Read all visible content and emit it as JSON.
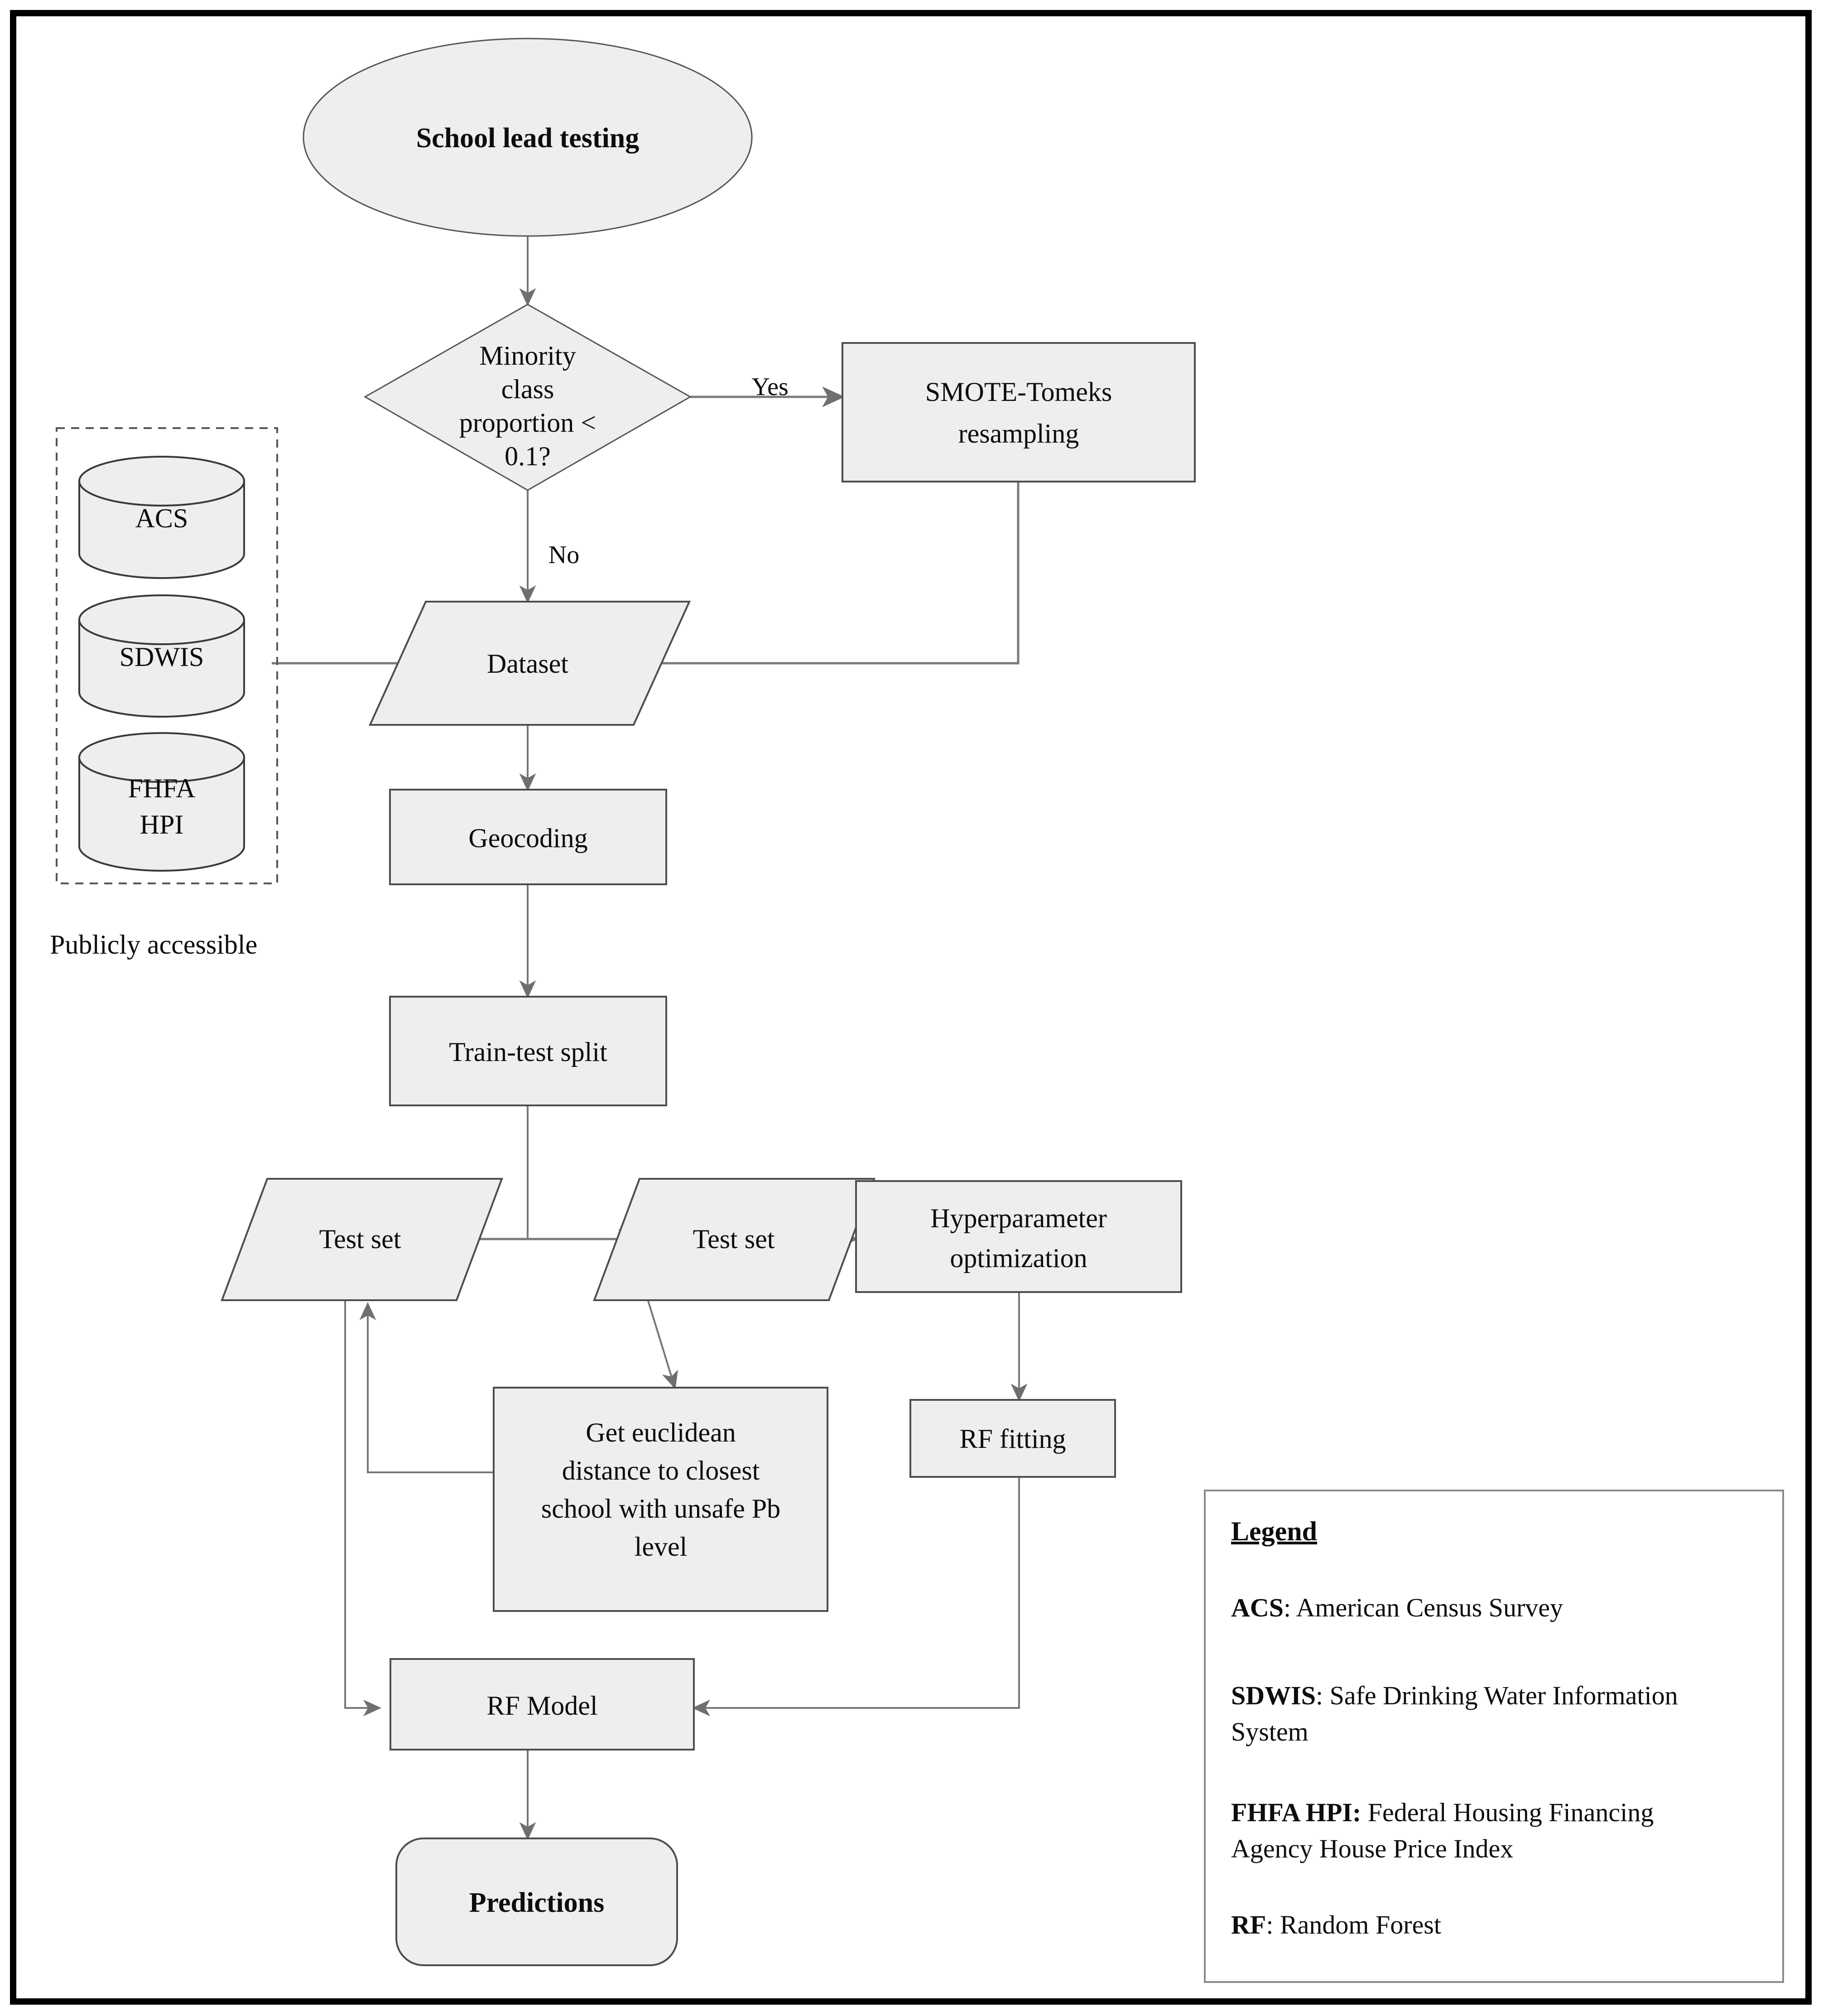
{
  "diagram": {
    "title": "School lead testing workflow flowchart",
    "frame_border_color": "#000000",
    "node_fill": "#eeeeee",
    "node_stroke": "#4d4d4d",
    "edge_color": "#7a7a7a"
  },
  "nodes": {
    "start": {
      "label": "School lead testing",
      "shape": "ellipse"
    },
    "decision": {
      "line1": "Minority",
      "line2": "class",
      "line3": "proportion <",
      "line4": "0.1?",
      "shape": "diamond"
    },
    "smote": {
      "line1": "SMOTE-Tomeks",
      "line2": "resampling",
      "shape": "rect"
    },
    "dataset": {
      "label": "Dataset",
      "shape": "parallelogram"
    },
    "geocoding": {
      "label": "Geocoding",
      "shape": "rect"
    },
    "train_test_split": {
      "label": "Train-test split",
      "shape": "rect"
    },
    "test_set_left": {
      "label": "Test set",
      "shape": "parallelogram"
    },
    "test_set_right": {
      "label": "Test set",
      "shape": "parallelogram"
    },
    "hyperparam": {
      "line1": "Hyperparameter",
      "line2": "optimization",
      "shape": "rect"
    },
    "euclidean": {
      "line1": "Get euclidean",
      "line2": "distance to closest",
      "line3": "school with unsafe Pb",
      "line4": "level",
      "shape": "rect"
    },
    "rf_fitting": {
      "label": "RF fitting",
      "shape": "rect"
    },
    "rf_model": {
      "label": "RF Model",
      "shape": "rect"
    },
    "predictions": {
      "label": "Predictions",
      "shape": "rounded-rect"
    }
  },
  "databases": {
    "caption": "Publicly accessible",
    "items": [
      {
        "label": "ACS"
      },
      {
        "label": "SDWIS"
      },
      {
        "label": "FHFA",
        "label2": "HPI"
      }
    ]
  },
  "edge_labels": {
    "yes": "Yes",
    "no": "No"
  },
  "legend": {
    "title": "Legend",
    "entries": [
      {
        "term": "ACS",
        "sep": ":",
        "definition": " American Census Survey",
        "def_line2": ""
      },
      {
        "term": "SDWIS",
        "sep": ":",
        "definition": " Safe Drinking Water Information",
        "def_line2": "System"
      },
      {
        "term": "FHFA HPI:",
        "sep": "",
        "definition": " Federal Housing Financing",
        "def_line2": "Agency House Price Index"
      },
      {
        "term": "RF",
        "sep": ":",
        "definition": " Random Forest",
        "def_line2": ""
      }
    ]
  }
}
